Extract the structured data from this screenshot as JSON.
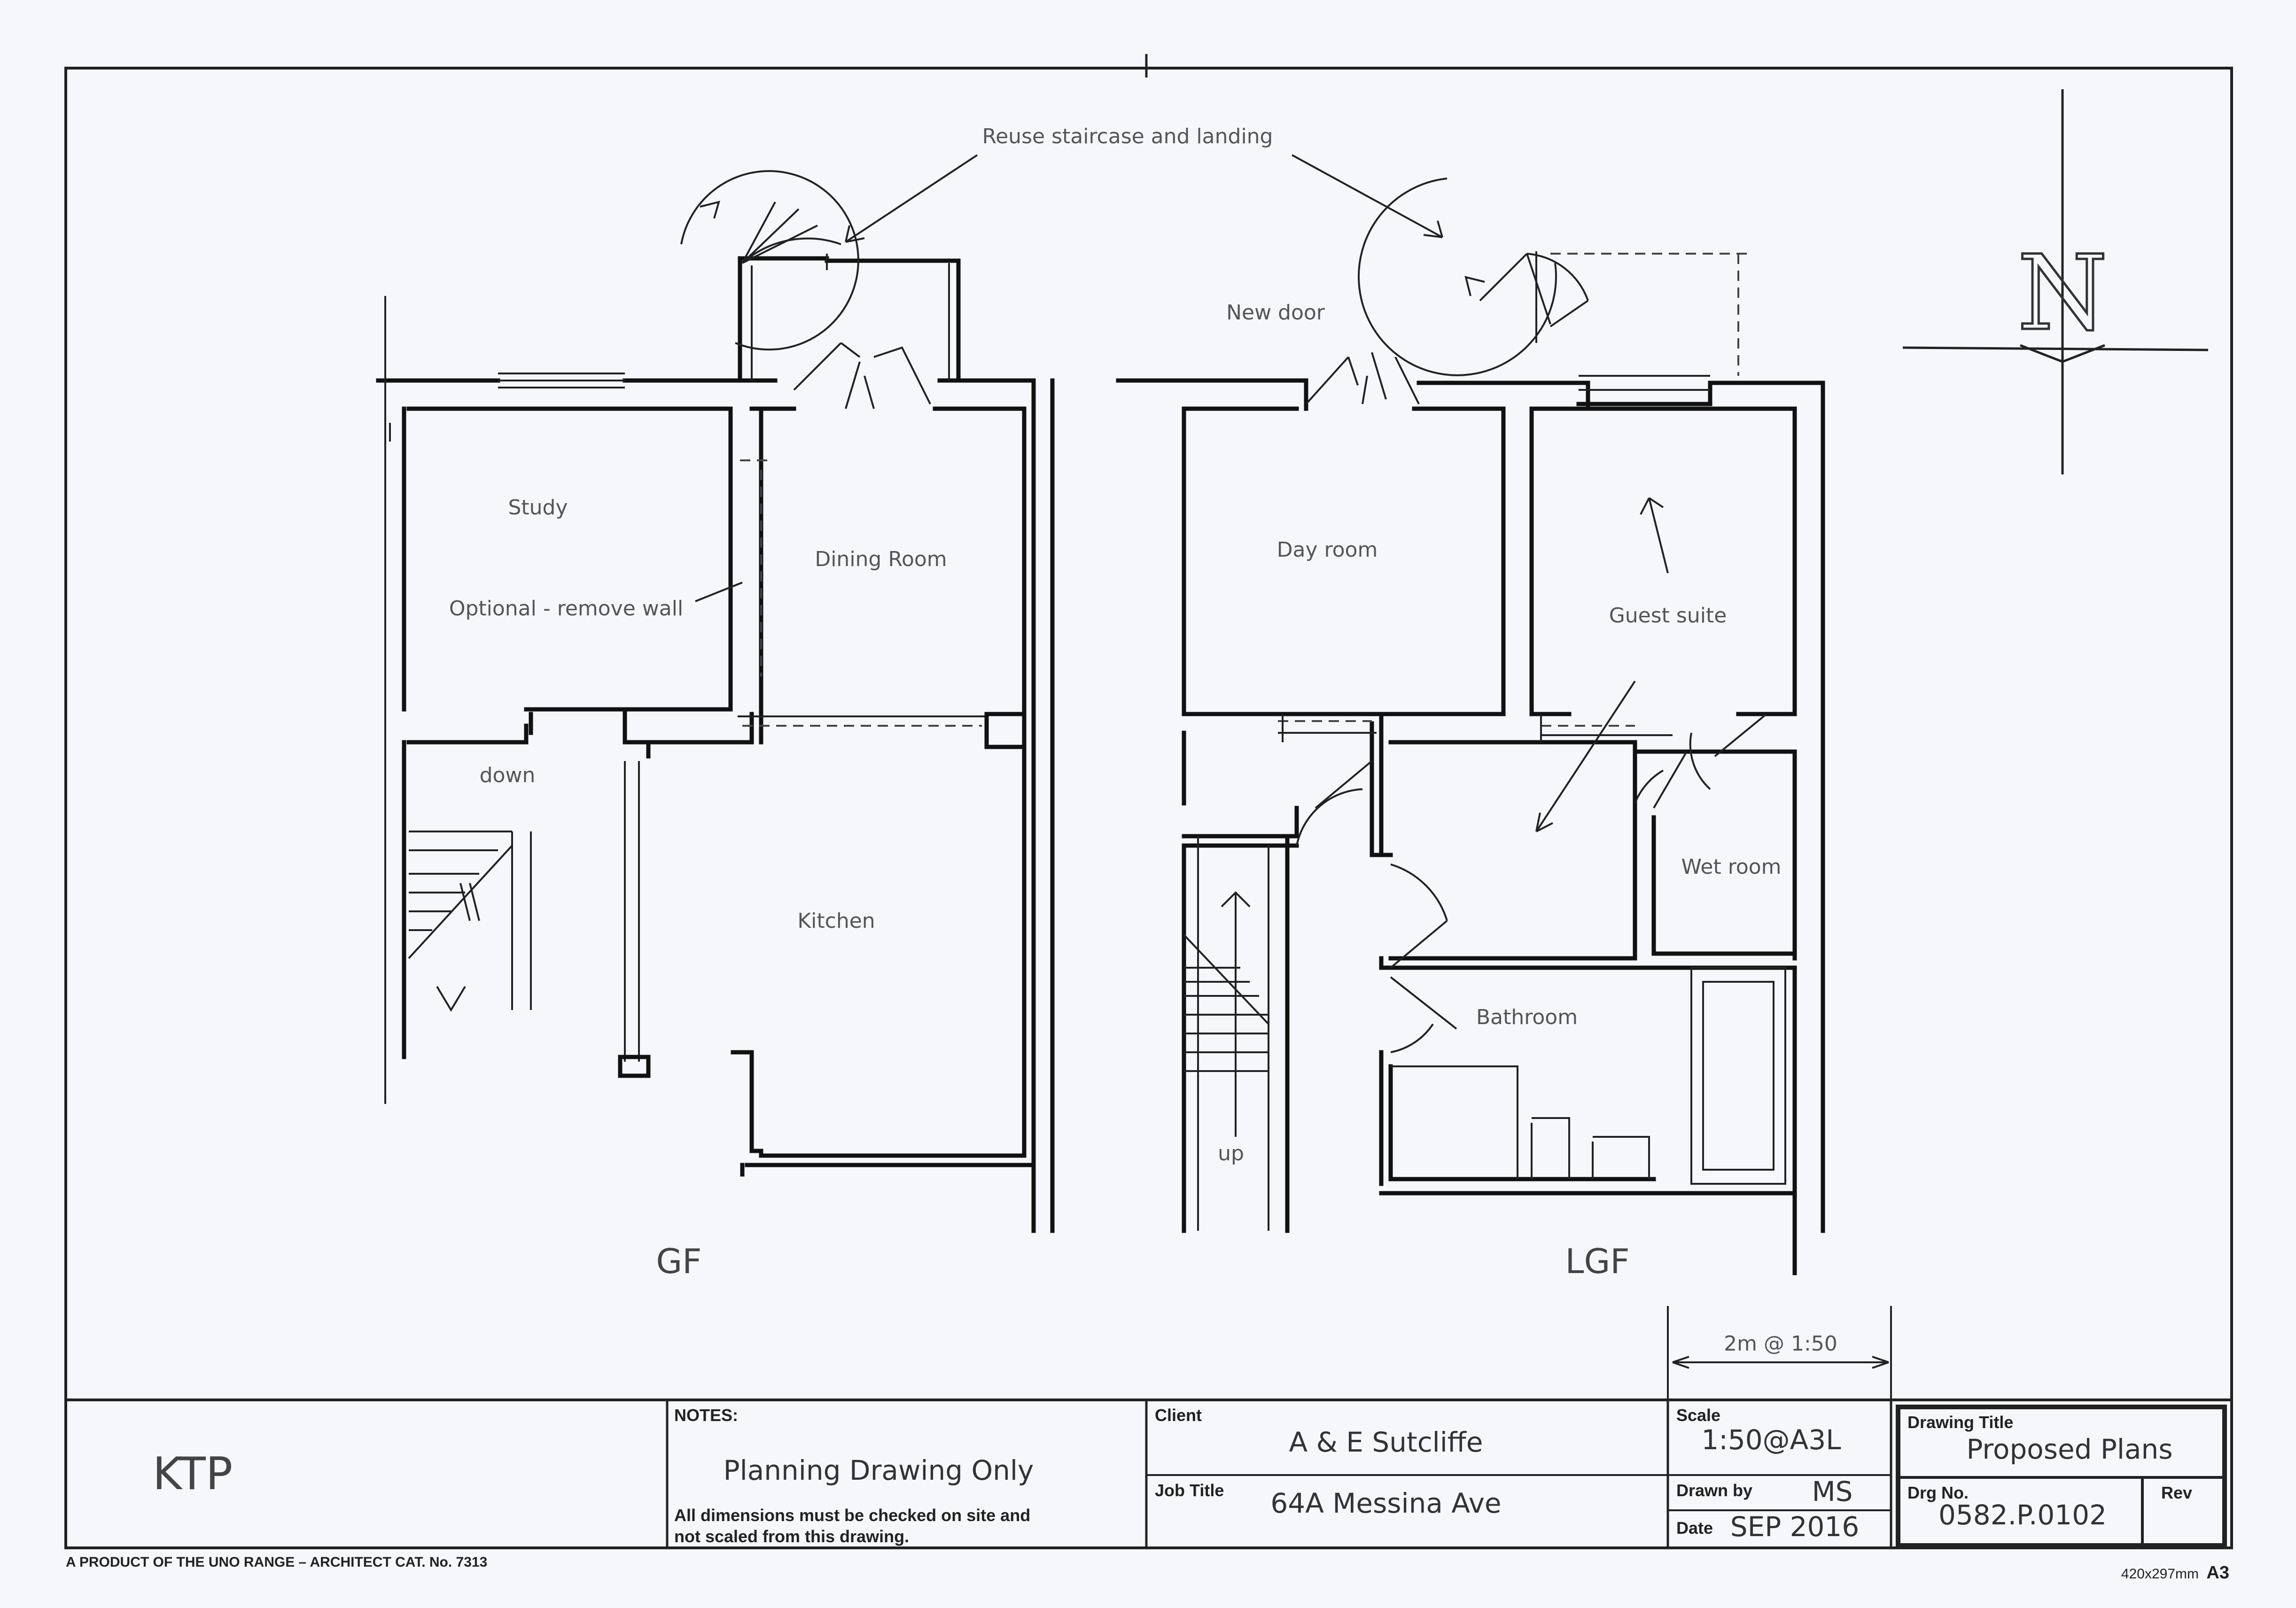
{
  "annotations": {
    "reuse_staircase": "Reuse staircase and landing",
    "new_door": "New door",
    "optional_remove_wall": "Optional - remove wall"
  },
  "rooms_gf": {
    "study": "Study",
    "dining_room": "Dining Room",
    "kitchen": "Kitchen",
    "down": "down"
  },
  "rooms_lgf": {
    "day_room": "Day room",
    "guest_suite": "Guest suite",
    "wet_room": "Wet room",
    "bathroom": "Bathroom",
    "up": "up"
  },
  "floor_labels": {
    "gf": "GF",
    "lgf": "LGF"
  },
  "scale_bar": {
    "label": "2m @ 1:50"
  },
  "title_block": {
    "practice": "KTP",
    "notes_heading": "NOTES:",
    "notes_main": "Planning Drawing Only",
    "notes_line1": "All dimensions must be checked on site and",
    "notes_line2": "not scaled from this drawing.",
    "client_label": "Client",
    "client": "A & E Sutcliffe",
    "job_title_label": "Job Title",
    "job_title": "64A Messina Ave",
    "scale_label": "Scale",
    "scale": "1:50@A3L",
    "drawn_by_label": "Drawn by",
    "drawn_by": "MS",
    "date_label": "Date",
    "date": "SEP 2016",
    "drawing_title_label": "Drawing Title",
    "drawing_title": "Proposed Plans",
    "drg_no_label": "Drg No.",
    "drg_no": "0582.P.0102",
    "rev_label": "Rev",
    "rev": "",
    "footer_left": "A PRODUCT OF THE UNO RANGE – ARCHITECT CAT. No. 7313",
    "footer_size": "420x297mm",
    "footer_sheet": "A3"
  },
  "north_arrow": {
    "letter": "N"
  }
}
